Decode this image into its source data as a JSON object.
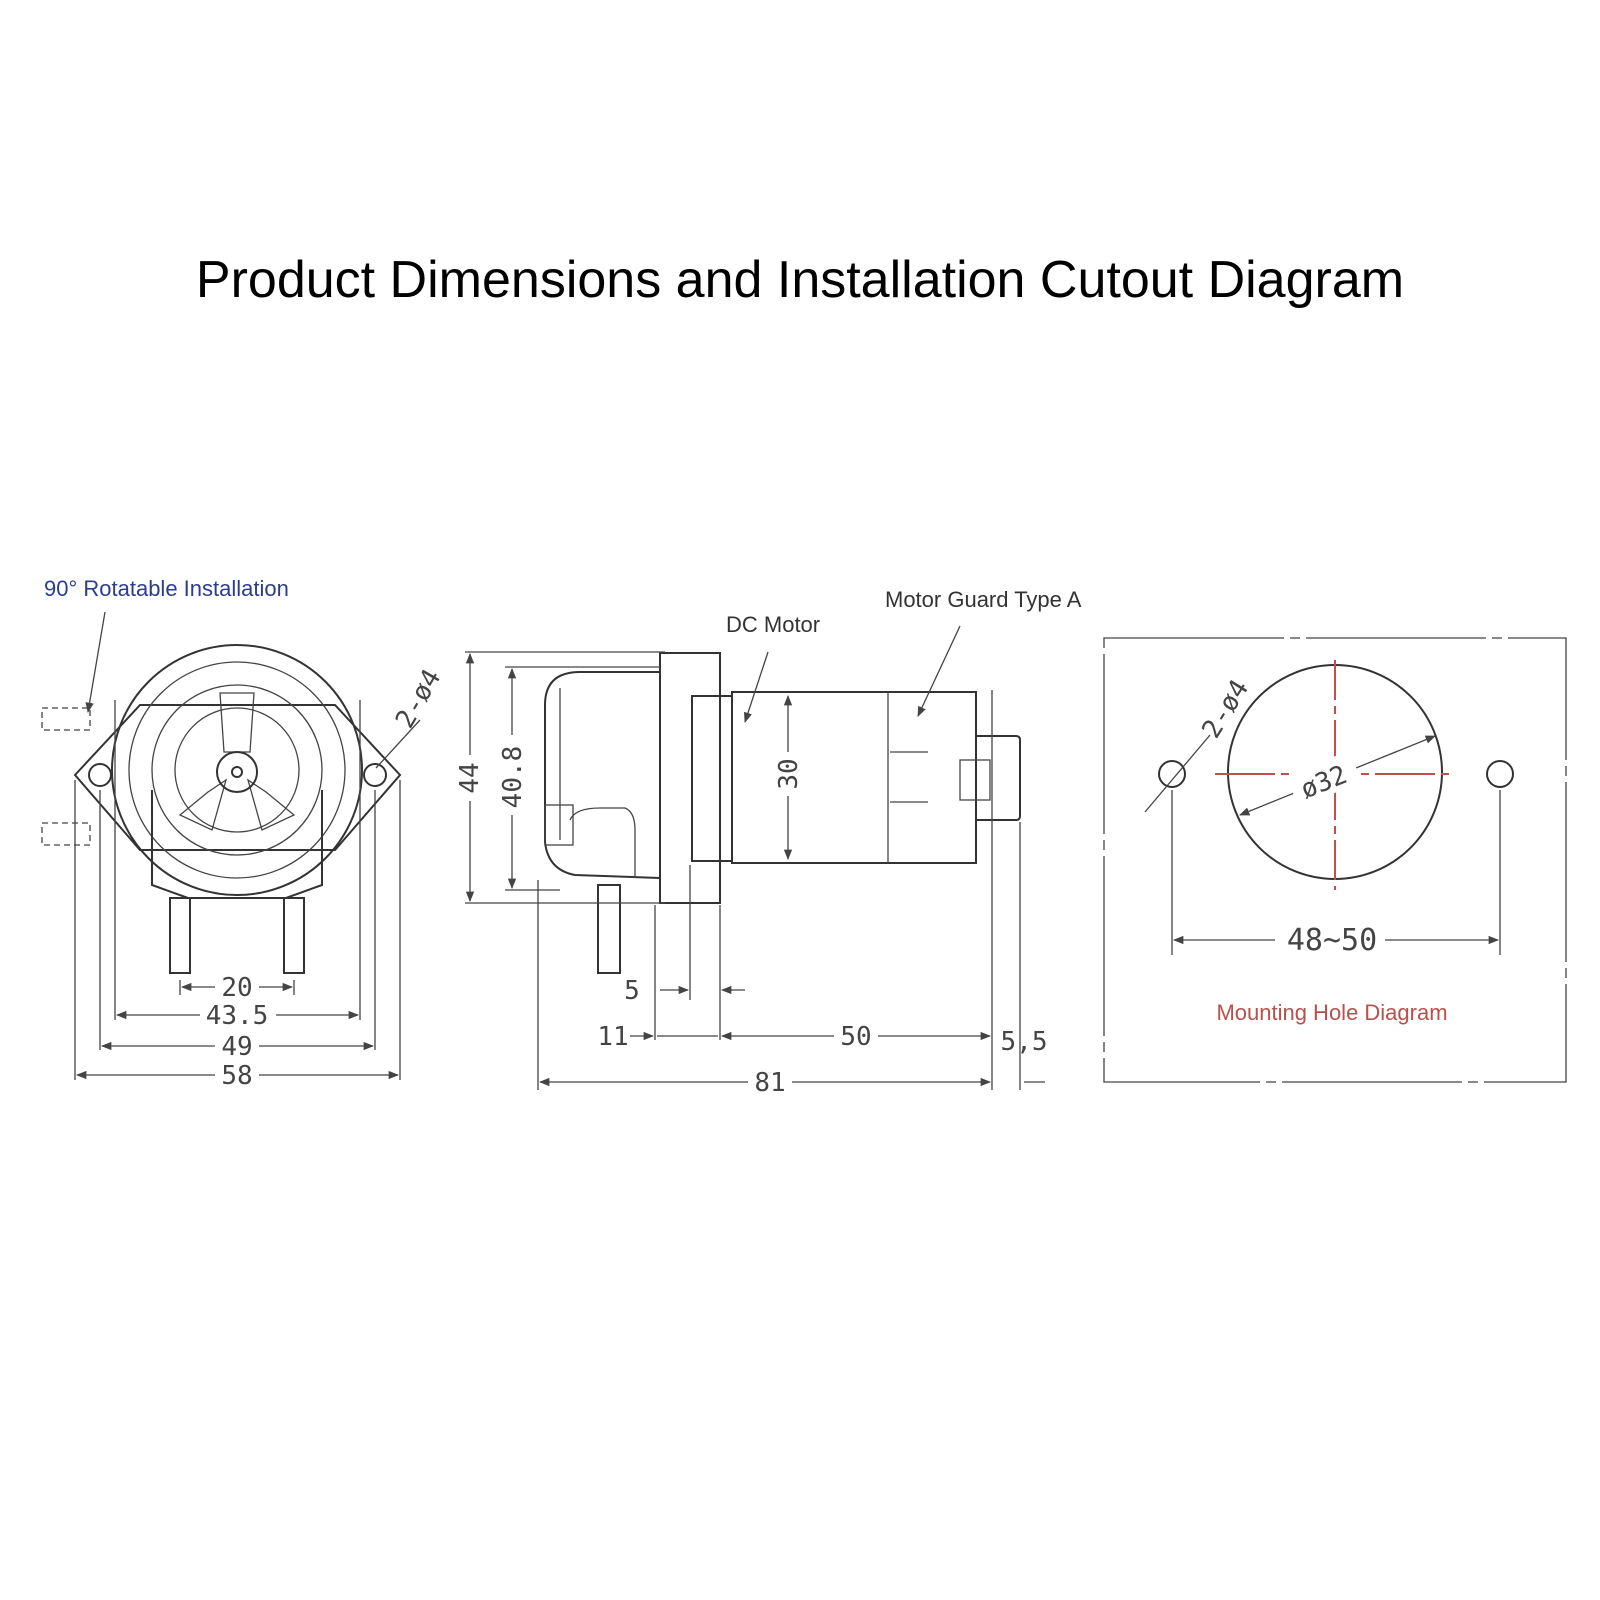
{
  "title": "Product Dimensions and Installation Cutout Diagram",
  "colors": {
    "blue_label": "#2b3d8f",
    "red_label": "#b8504c",
    "red_center": "#c0504d"
  },
  "front_view": {
    "rotatable_label": "90° Rotatable Installation",
    "hole_label": "2-ø4",
    "dims": {
      "d20": "20",
      "d43_5": "43.5",
      "d49": "49",
      "d58": "58"
    }
  },
  "side_view": {
    "dc_motor_label": "DC Motor",
    "motor_guard_label": "Motor Guard Type A",
    "dims": {
      "d44": "44",
      "d40_8": "40.8",
      "d30": "30",
      "d5": "5",
      "d11": "11",
      "d50": "50",
      "d5_5": "5,5",
      "d81": "81"
    }
  },
  "mounting": {
    "label": "Mounting Hole Diagram",
    "hole_label": "2-ø4",
    "diameter_label": "ø32",
    "spacing_label": "48~50"
  }
}
